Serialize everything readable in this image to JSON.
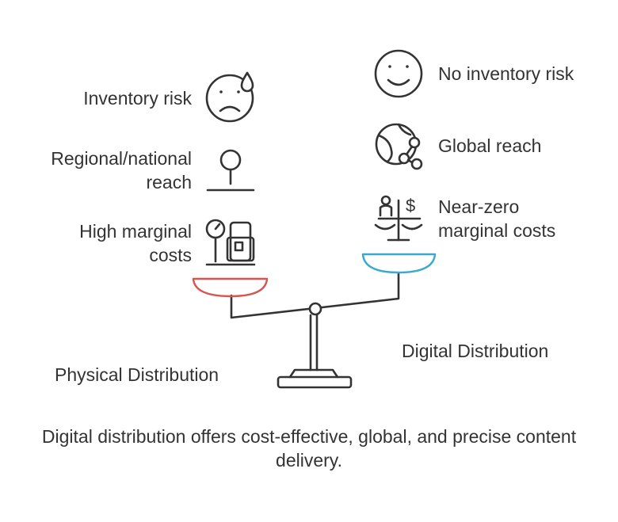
{
  "left_side": {
    "title": "Physical Distribution",
    "items": [
      {
        "label": "Inventory risk",
        "icon": "sad-face-tear-icon"
      },
      {
        "label": "Regional/national reach",
        "icon": "map-pin-icon"
      },
      {
        "label": "High marginal costs",
        "icon": "gas-pump-cost-icon"
      }
    ],
    "pan_color": "#d9534f"
  },
  "right_side": {
    "title": "Digital Distribution",
    "items": [
      {
        "label": "No inventory risk",
        "icon": "smiley-face-icon"
      },
      {
        "label": "Global reach",
        "icon": "globe-network-icon"
      },
      {
        "label": "Near-zero marginal costs",
        "icon": "balance-dollar-icon"
      }
    ],
    "pan_color": "#3aa8d0"
  },
  "caption": "Digital distribution offers cost-effective, global, and precise content delivery.",
  "colors": {
    "stroke": "#333333",
    "text": "#333333"
  }
}
